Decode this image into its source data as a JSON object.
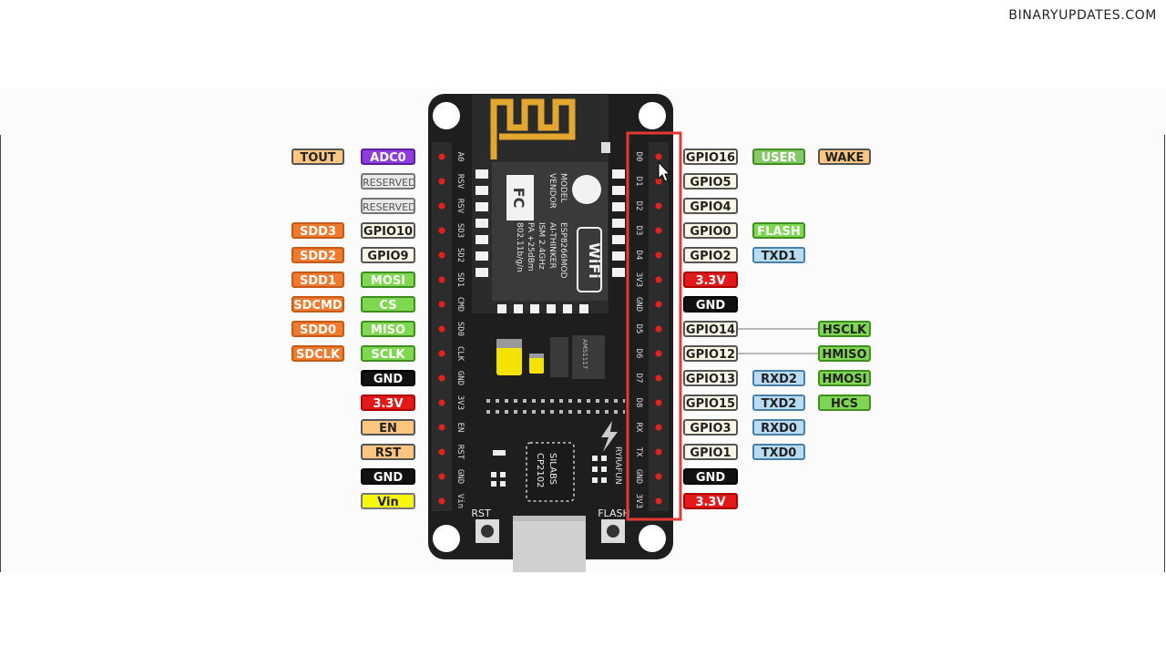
{
  "watermark": "BINARYUPDATES.COM",
  "board": {
    "model_label": "MODEL",
    "vendor_label": "VENDOR",
    "module_model": "ESP8266MOD",
    "module_vendor": "AI-THINKER",
    "module_band": "ISM 2.4GHz",
    "module_power": "PA +25dBm",
    "module_std": "802.11b/g/n",
    "fc_logo": "FC",
    "wifi_logo": "WiFi",
    "usb_chip_brand": "SILABS",
    "usb_chip_model": "CP2102",
    "regulator": "AMS1117",
    "brand": "RYRAFUN",
    "rst_label": "RST",
    "flash_label": "FLASH"
  },
  "left_pins": [
    "A0",
    "RSV",
    "RSV",
    "SD3",
    "SD2",
    "SD1",
    "CMD",
    "SD0",
    "CLK",
    "GND",
    "3V3",
    "EN",
    "RST",
    "GND",
    "Vin"
  ],
  "right_pins": [
    "D0",
    "D1",
    "D2",
    "D3",
    "D4",
    "3V3",
    "GND",
    "D5",
    "D6",
    "D7",
    "D8",
    "RX",
    "TX",
    "GND",
    "3V3"
  ],
  "left_labels": [
    [
      {
        "text": "TOUT",
        "color": "tan"
      },
      {
        "text": "ADC0",
        "color": "purple"
      }
    ],
    [
      {
        "text": "RESERVED",
        "color": "reserved"
      }
    ],
    [
      {
        "text": "RESERVED",
        "color": "reserved"
      }
    ],
    [
      {
        "text": "SDD3",
        "color": "orange"
      },
      {
        "text": "GPIO10",
        "color": "gpio"
      }
    ],
    [
      {
        "text": "SDD2",
        "color": "orange"
      },
      {
        "text": "GPIO9",
        "color": "gpio"
      }
    ],
    [
      {
        "text": "SDD1",
        "color": "orange"
      },
      {
        "text": "MOSI",
        "color": "green"
      }
    ],
    [
      {
        "text": "SDCMD",
        "color": "orange"
      },
      {
        "text": "CS",
        "color": "green"
      }
    ],
    [
      {
        "text": "SDD0",
        "color": "orange"
      },
      {
        "text": "MISO",
        "color": "green"
      }
    ],
    [
      {
        "text": "SDCLK",
        "color": "orange"
      },
      {
        "text": "SCLK",
        "color": "green"
      }
    ],
    [
      {
        "text": "GND",
        "color": "black"
      }
    ],
    [
      {
        "text": "3.3V",
        "color": "red"
      }
    ],
    [
      {
        "text": "EN",
        "color": "tan"
      }
    ],
    [
      {
        "text": "RST",
        "color": "tan"
      }
    ],
    [
      {
        "text": "GND",
        "color": "black"
      }
    ],
    [
      {
        "text": "Vin",
        "color": "yellow"
      }
    ]
  ],
  "right_labels": [
    [
      {
        "text": "GPIO16",
        "color": "gpio"
      },
      {
        "text": "USER",
        "color": "usergreen"
      },
      {
        "text": "WAKE",
        "color": "tan"
      }
    ],
    [
      {
        "text": "GPIO5",
        "color": "gpio"
      }
    ],
    [
      {
        "text": "GPIO4",
        "color": "gpio"
      }
    ],
    [
      {
        "text": "GPIO0",
        "color": "gpio"
      },
      {
        "text": "FLASH",
        "color": "green"
      }
    ],
    [
      {
        "text": "GPIO2",
        "color": "gpio"
      },
      {
        "text": "TXD1",
        "color": "blue"
      }
    ],
    [
      {
        "text": "3.3V",
        "color": "red"
      }
    ],
    [
      {
        "text": "GND",
        "color": "black"
      }
    ],
    [
      {
        "text": "GPIO14",
        "color": "gpio"
      },
      {
        "text": "HSCLK",
        "color": "green-d"
      }
    ],
    [
      {
        "text": "GPIO12",
        "color": "gpio"
      },
      {
        "text": "HMISO",
        "color": "green-d"
      }
    ],
    [
      {
        "text": "GPIO13",
        "color": "gpio"
      },
      {
        "text": "RXD2",
        "color": "blue"
      },
      {
        "text": "HMOSI",
        "color": "green-d"
      }
    ],
    [
      {
        "text": "GPIO15",
        "color": "gpio"
      },
      {
        "text": "TXD2",
        "color": "blue"
      },
      {
        "text": "HCS",
        "color": "green-d"
      }
    ],
    [
      {
        "text": "GPIO3",
        "color": "gpio"
      },
      {
        "text": "RXD0",
        "color": "blue"
      }
    ],
    [
      {
        "text": "GPIO1",
        "color": "gpio"
      },
      {
        "text": "TXD0",
        "color": "blue"
      }
    ],
    [
      {
        "text": "GND",
        "color": "black"
      }
    ],
    [
      {
        "text": "3.3V",
        "color": "red"
      }
    ]
  ],
  "colors": {
    "board": "#1e1e1e",
    "highlight": "#e53935",
    "pin_dot": "#e2231a",
    "antenna": "#e3a72f"
  }
}
